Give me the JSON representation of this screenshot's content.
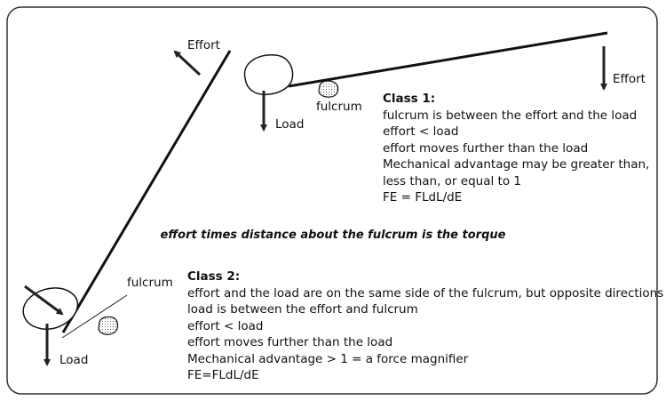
{
  "labels": {
    "effort_top_left": "Effort",
    "effort_right": "Effort",
    "load_top": "Load",
    "fulcrum_top": "fulcrum",
    "fulcrum_bottom": "fulcrum",
    "load_bottom": "Load"
  },
  "class1": {
    "title": "Class 1:",
    "lines": [
      "fulcrum is between the effort and the load",
      "effort < load",
      "effort moves further than the load",
      "Mechanical advantage may be greater than,",
      "less than, or equal to 1",
      "FE = FLdL/dE"
    ]
  },
  "center_note": "effort times distance about the fulcrum is the torque",
  "class2": {
    "title": "Class 2:",
    "lines": [
      "effort and the load are on the same side of the fulcrum, but opposite directions",
      "load is between the effort and fulcrum",
      "effort < load",
      "effort moves further than the load",
      "Mechanical advantage > 1 = a force magnifier",
      "FE=FLdL/dE"
    ]
  }
}
